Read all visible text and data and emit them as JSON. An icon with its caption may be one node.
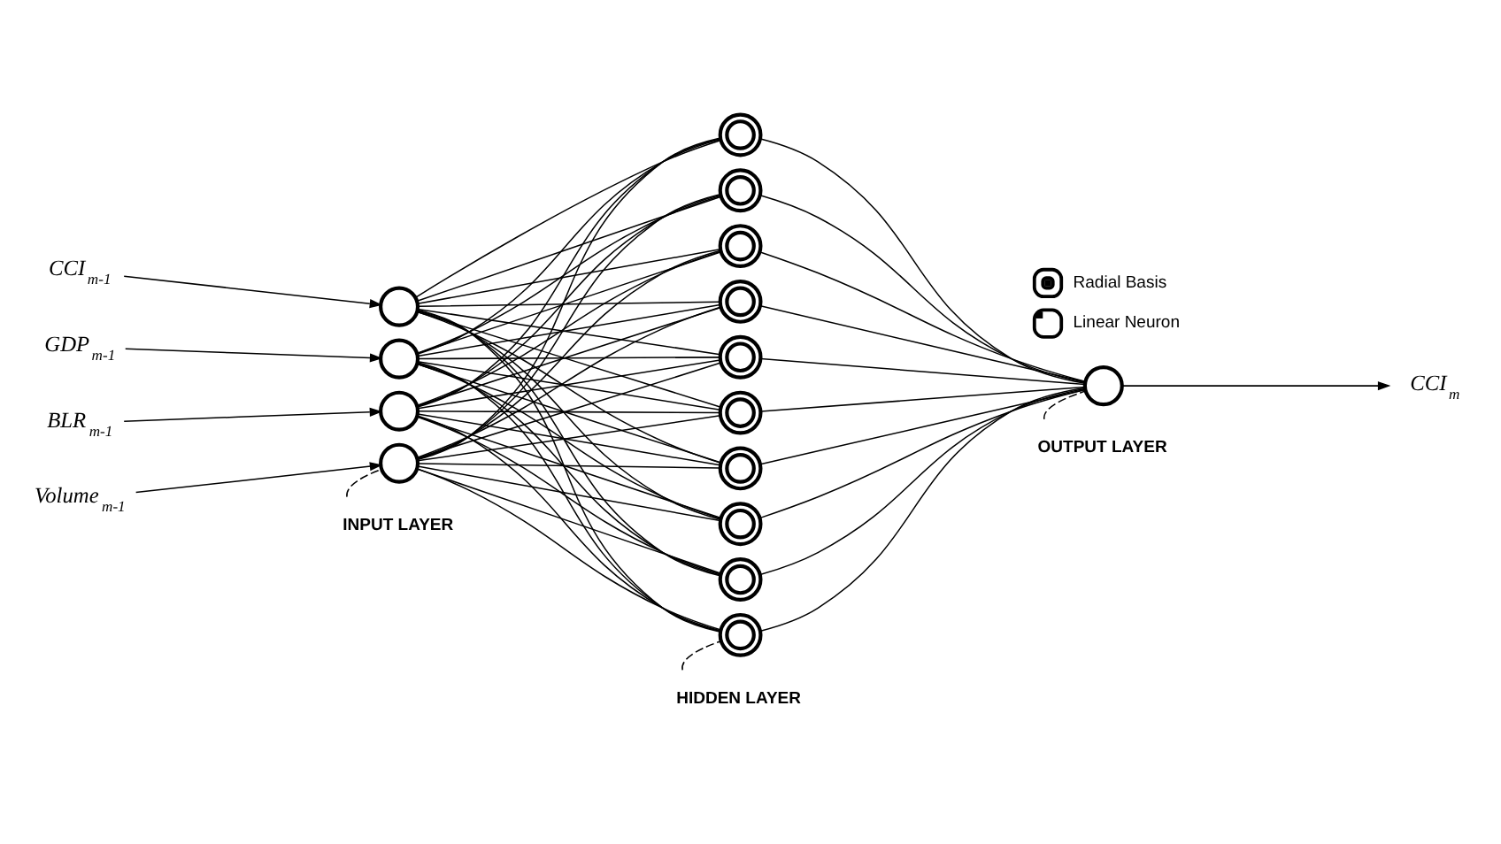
{
  "diagram": {
    "nodes": [
      {
        "text": [
          "CCI$_{m-1}$"
        ]
      },
      {
        "text": [
          "GDP$_{m-1}$"
        ]
      },
      {
        "text": [
          "BLR$_{m-1}$"
        ]
      },
      {
        "text": [
          "Volume$_{m-1}$"
        ]
      },
      {
        "text": [],
        "shape": "circle"
      },
      {
        "text": [],
        "shape": "circle"
      },
      {
        "text": [],
        "shape": "circle"
      },
      {
        "text": [],
        "shape": "circle"
      },
      {
        "text": [],
        "shape": "ring"
      },
      {
        "text": [],
        "shape": "ring"
      },
      {
        "text": [],
        "shape": "ring"
      },
      {
        "text": [],
        "shape": "ring"
      },
      {
        "text": [],
        "shape": "ring"
      },
      {
        "text": [],
        "shape": "ring"
      },
      {
        "text": [],
        "shape": "ring"
      },
      {
        "text": [],
        "shape": "ring"
      },
      {
        "text": [],
        "shape": "ring"
      },
      {
        "text": [],
        "shape": "ring"
      },
      {
        "text": [],
        "shape": "circle"
      },
      {
        "text": [
          "CCI$_{m}$"
        ]
      },
      {
        "text": [
          "INPUT LAYER"
        ]
      },
      {
        "text": [
          "HIDDEN LAYER"
        ]
      },
      {
        "text": [
          "OUTPUT LAYER"
        ]
      }
    ],
    "edges": [
      {
        "from": 0,
        "to": 4,
        "arrow": "to"
      },
      {
        "from": 1,
        "to": 5,
        "arrow": "to"
      },
      {
        "from": 2,
        "to": 6,
        "arrow": "to"
      },
      {
        "from": 3,
        "to": 7,
        "arrow": "to"
      },
      {
        "from": 4,
        "to": 8,
        "arrow": "none"
      },
      {
        "from": 4,
        "to": 9,
        "arrow": "none"
      },
      {
        "from": 4,
        "to": 10,
        "arrow": "none"
      },
      {
        "from": 4,
        "to": 11,
        "arrow": "none"
      },
      {
        "from": 4,
        "to": 12,
        "arrow": "none"
      },
      {
        "from": 4,
        "to": 13,
        "arrow": "none"
      },
      {
        "from": 4,
        "to": 14,
        "arrow": "none"
      },
      {
        "from": 4,
        "to": 15,
        "arrow": "none"
      },
      {
        "from": 4,
        "to": 16,
        "arrow": "none"
      },
      {
        "from": 4,
        "to": 17,
        "arrow": "none"
      },
      {
        "from": 5,
        "to": 8,
        "arrow": "none"
      },
      {
        "from": 5,
        "to": 9,
        "arrow": "none"
      },
      {
        "from": 5,
        "to": 10,
        "arrow": "none"
      },
      {
        "from": 5,
        "to": 11,
        "arrow": "none"
      },
      {
        "from": 5,
        "to": 12,
        "arrow": "none"
      },
      {
        "from": 5,
        "to": 13,
        "arrow": "none"
      },
      {
        "from": 5,
        "to": 14,
        "arrow": "none"
      },
      {
        "from": 5,
        "to": 15,
        "arrow": "none"
      },
      {
        "from": 5,
        "to": 16,
        "arrow": "none"
      },
      {
        "from": 5,
        "to": 17,
        "arrow": "none"
      },
      {
        "from": 6,
        "to": 8,
        "arrow": "none"
      },
      {
        "from": 6,
        "to": 9,
        "arrow": "none"
      },
      {
        "from": 6,
        "to": 10,
        "arrow": "none"
      },
      {
        "from": 6,
        "to": 11,
        "arrow": "none"
      },
      {
        "from": 6,
        "to": 12,
        "arrow": "none"
      },
      {
        "from": 6,
        "to": 13,
        "arrow": "none"
      },
      {
        "from": 6,
        "to": 14,
        "arrow": "none"
      },
      {
        "from": 6,
        "to": 15,
        "arrow": "none"
      },
      {
        "from": 6,
        "to": 16,
        "arrow": "none"
      },
      {
        "from": 6,
        "to": 17,
        "arrow": "none"
      },
      {
        "from": 7,
        "to": 8,
        "arrow": "none"
      },
      {
        "from": 7,
        "to": 9,
        "arrow": "none"
      },
      {
        "from": 7,
        "to": 10,
        "arrow": "none"
      },
      {
        "from": 7,
        "to": 11,
        "arrow": "none"
      },
      {
        "from": 7,
        "to": 12,
        "arrow": "none"
      },
      {
        "from": 7,
        "to": 13,
        "arrow": "none"
      },
      {
        "from": 7,
        "to": 14,
        "arrow": "none"
      },
      {
        "from": 7,
        "to": 15,
        "arrow": "none"
      },
      {
        "from": 7,
        "to": 16,
        "arrow": "none"
      },
      {
        "from": 7,
        "to": 17,
        "arrow": "none"
      },
      {
        "from": 8,
        "to": 18,
        "arrow": "none"
      },
      {
        "from": 9,
        "to": 18,
        "arrow": "none"
      },
      {
        "from": 10,
        "to": 18,
        "arrow": "none"
      },
      {
        "from": 11,
        "to": 18,
        "arrow": "none"
      },
      {
        "from": 12,
        "to": 18,
        "arrow": "none"
      },
      {
        "from": 13,
        "to": 18,
        "arrow": "none"
      },
      {
        "from": 14,
        "to": 18,
        "arrow": "none"
      },
      {
        "from": 15,
        "to": 18,
        "arrow": "none"
      },
      {
        "from": 16,
        "to": 18,
        "arrow": "none"
      },
      {
        "from": 17,
        "to": 18,
        "arrow": "none"
      },
      {
        "from": 18,
        "to": 19,
        "arrow": "to"
      },
      {
        "from": 20,
        "to": 7,
        "arrow": "none",
        "style": "dashed"
      },
      {
        "from": 21,
        "to": 17,
        "arrow": "none",
        "style": "dashed"
      },
      {
        "from": 22,
        "to": 18,
        "arrow": "none",
        "style": "dashed"
      }
    ],
    "legend": [
      {
        "text": "Radial Basis"
      },
      {
        "text": "Linear Neuron"
      }
    ]
  }
}
